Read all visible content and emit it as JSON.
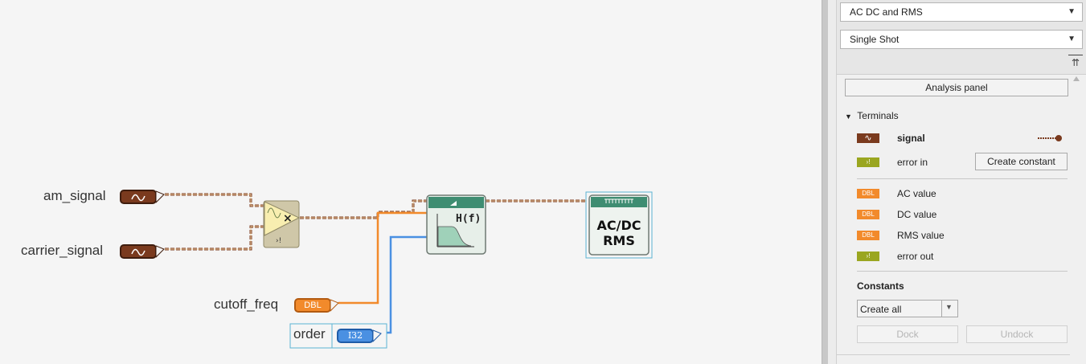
{
  "diagram": {
    "controls": {
      "am_signal": "am_signal",
      "carrier_signal": "carrier_signal",
      "cutoff_freq": "cutoff_freq",
      "order": "order"
    },
    "types": {
      "dbl": "DBL",
      "i32": "I32"
    },
    "nodes": {
      "filter_label": "H(f)",
      "acdc_line1": "AC/DC",
      "acdc_line2": "RMS",
      "multiply_glyph": "×",
      "error_glyph": "›!"
    },
    "colors": {
      "waveform_wire": "#7a3a1e",
      "dbl_wire": "#f28a2b",
      "i32_wire": "#4a90e2",
      "selection": "#5bb3d4"
    }
  },
  "panel": {
    "dropdown1": "AC DC and RMS",
    "dropdown2": "Single Shot",
    "analysis_button": "Analysis panel",
    "terminals_header": "Terminals",
    "terminals": [
      {
        "tag": "∿",
        "name": "signal"
      },
      {
        "tag": "›!",
        "name": "error in"
      },
      {
        "tag": "DBL",
        "name": "AC value"
      },
      {
        "tag": "DBL",
        "name": "DC value"
      },
      {
        "tag": "DBL",
        "name": "RMS value"
      },
      {
        "tag": "›!",
        "name": "error out"
      }
    ],
    "create_constant": "Create constant",
    "constants_header": "Constants",
    "create_all": "Create all",
    "dock": "Dock",
    "undock": "Undock",
    "icons": {
      "dropdown": "triangle-down-icon",
      "collapse": "double-up-arrow-icon",
      "expander": "triangle-down-icon"
    }
  }
}
